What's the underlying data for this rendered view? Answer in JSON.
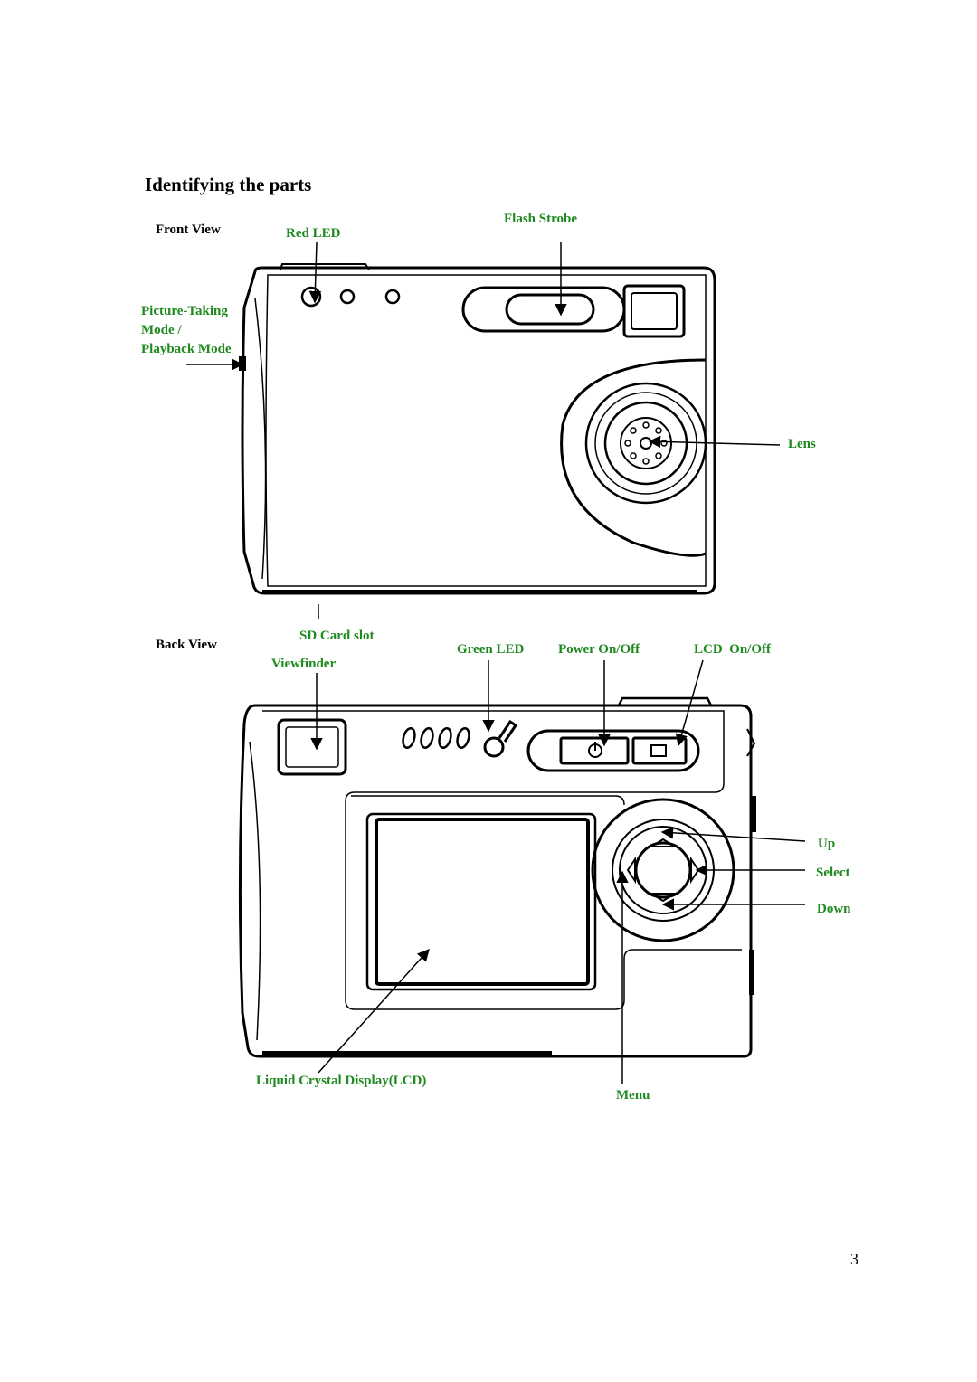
{
  "title": "Identifying the parts",
  "front_view": {
    "heading": "Front View",
    "labels": {
      "red_led": "Red LED",
      "flash_strobe": "Flash Strobe",
      "mode_line1": "Picture-Taking",
      "mode_line2": "Mode /",
      "mode_line3": "Playback Mode",
      "lens": "Lens",
      "sd_card_slot": "SD Card slot"
    }
  },
  "back_view": {
    "heading": "Back View",
    "labels": {
      "viewfinder": "Viewfinder",
      "green_led": "Green LED",
      "power": "Power On/Off",
      "lcd_onoff": "LCD  On/Off",
      "up": "Up",
      "select": "Select",
      "down": "Down",
      "lcd": "Liquid Crystal Display(LCD)",
      "menu": "Menu"
    }
  },
  "page_number": "3",
  "colors": {
    "label": "#1f8a1f",
    "line": "#000000"
  }
}
